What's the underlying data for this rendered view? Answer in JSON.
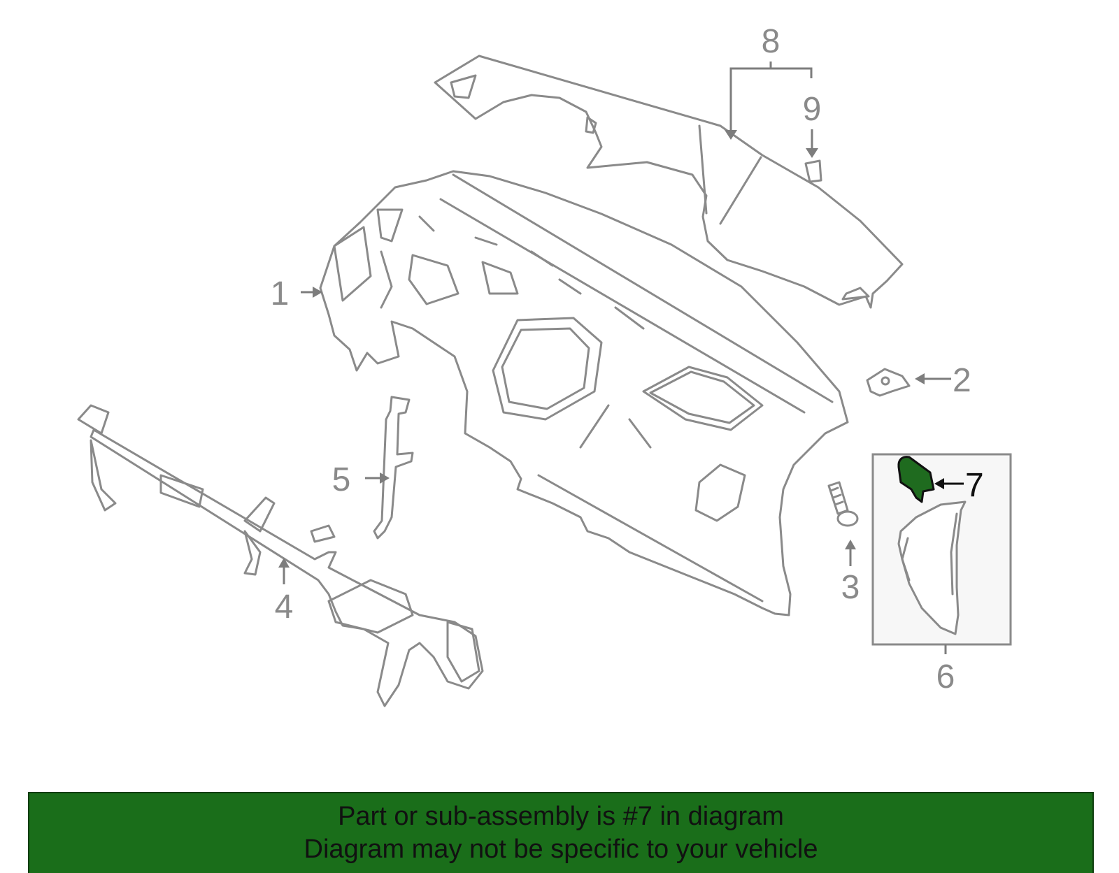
{
  "diagram": {
    "callouts": [
      "1",
      "2",
      "3",
      "4",
      "5",
      "6",
      "7",
      "8",
      "9"
    ],
    "highlighted_part": "7"
  },
  "colors": {
    "highlight": "#1f6b1f",
    "banner": "#1a6e1a",
    "line_art": "#8a8a8a"
  },
  "banner": {
    "line1": "Part or sub-assembly is #7 in diagram",
    "line2": "Diagram may not be specific to your vehicle"
  }
}
